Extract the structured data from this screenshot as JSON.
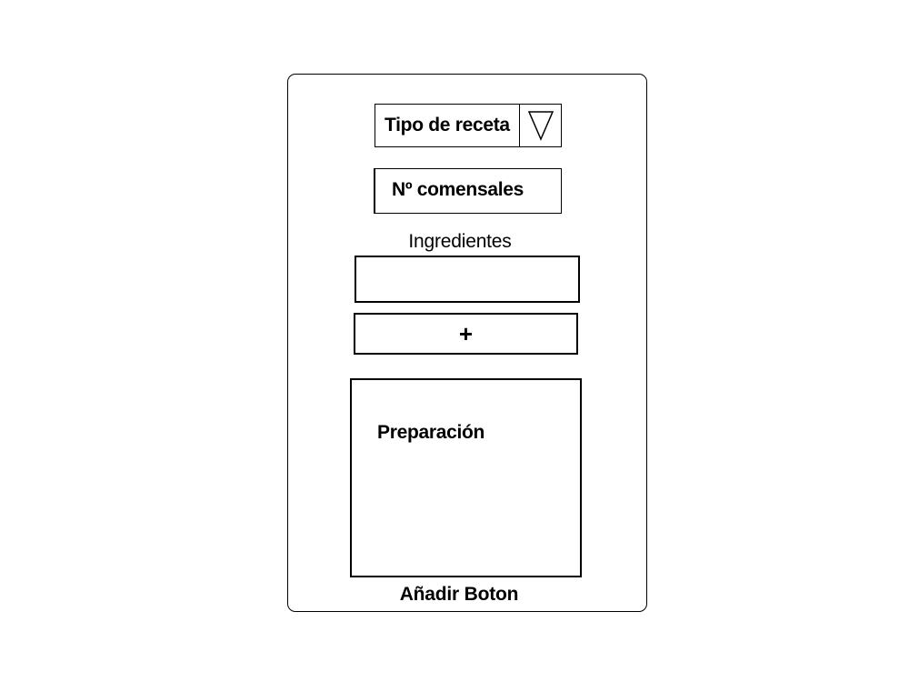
{
  "form": {
    "recipe_type_label": "Tipo de receta",
    "recipe_type_icon": "triangle-down-icon",
    "diners_label": "Nº comensales",
    "ingredients_label": "Ingredientes",
    "ingredient_value": "",
    "add_ingredient_label": "+",
    "preparation_label": "Preparación",
    "submit_label": "Añadir Boton"
  }
}
